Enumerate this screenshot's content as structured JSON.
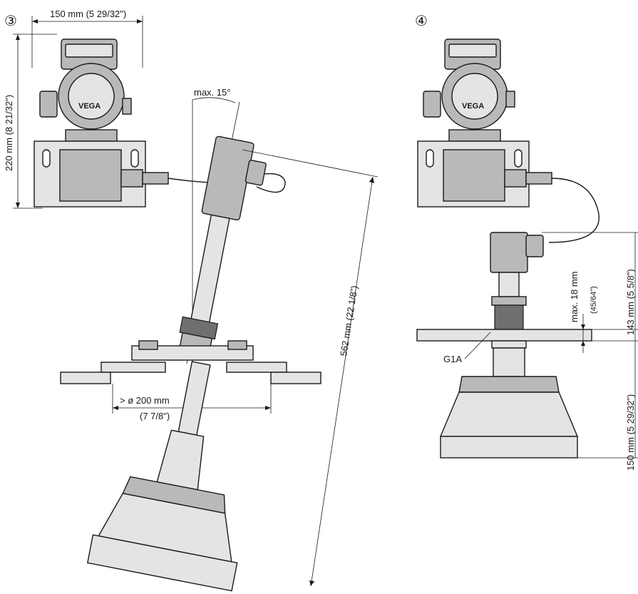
{
  "views": [
    {
      "marker": "③",
      "dimensions": {
        "housing_width": "150 mm (5 29/32\")",
        "housing_height": "220 mm (8 21/32\")",
        "max_tilt": "max. 15°",
        "total_length": "562 mm (22 1/8\")",
        "opening_diameter": "> ø 200 mm",
        "opening_diameter_inch": "(7 7/8\")"
      }
    },
    {
      "marker": "④",
      "dimensions": {
        "max_thread_height": "max. 18 mm",
        "max_thread_height_inch": "(45/64\")",
        "upper_height": "143 mm (5 5/8\")",
        "lower_height": "150 mm (5 29/32\")"
      },
      "thread_label": "G1A"
    }
  ],
  "brand_label": "VEGA",
  "colors": {
    "line": "#1a1a1a",
    "metal": "#b9b9b9",
    "flange": "#e4e4e4",
    "background": "#ffffff"
  }
}
